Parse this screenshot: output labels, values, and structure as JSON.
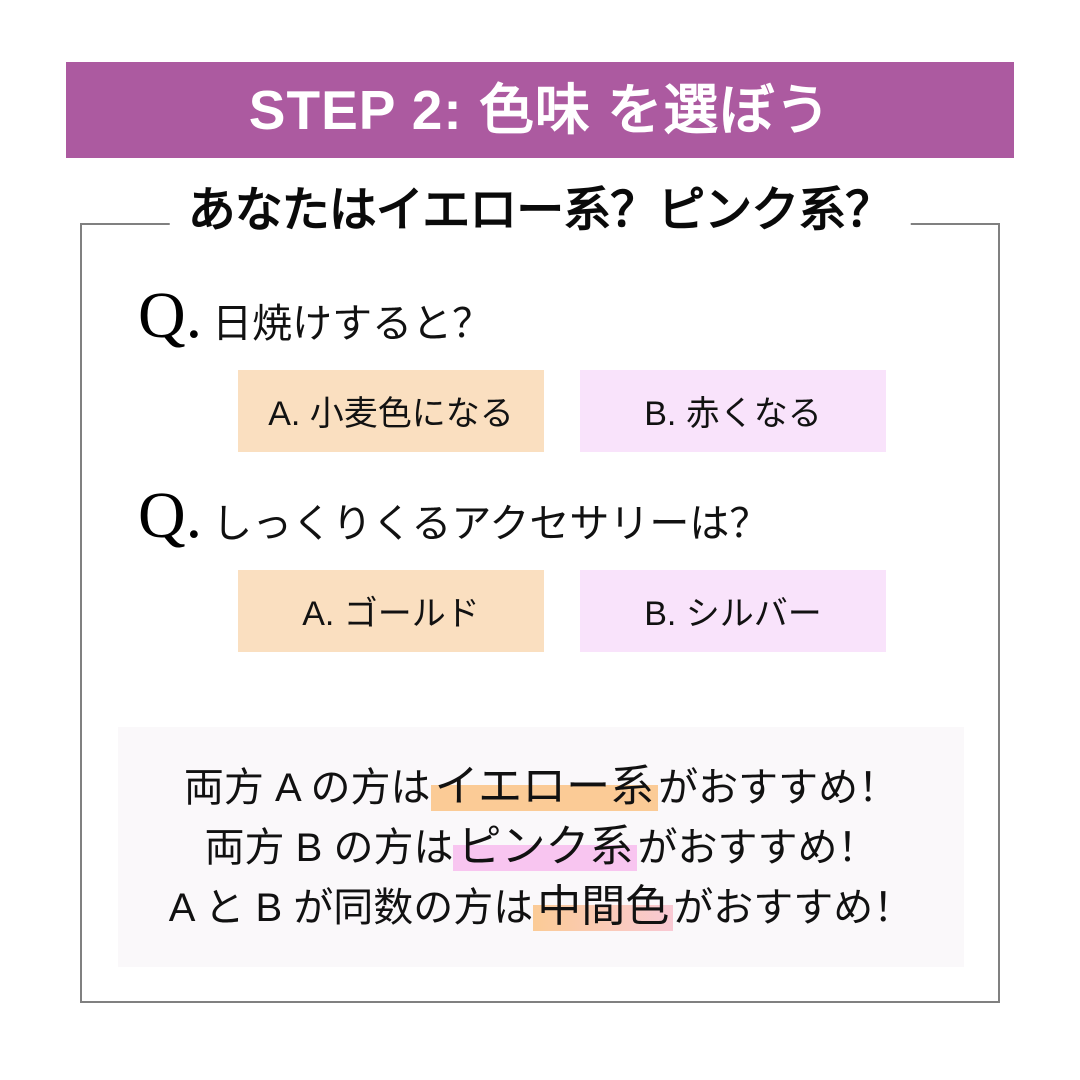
{
  "banner": {
    "title": "STEP 2:  色味 を選ぼう",
    "background_color": "#ac5aa0",
    "text_color": "#ffffff"
  },
  "panel": {
    "legend": "あなたはイエロー系？ピンク系？",
    "border_color": "#808080"
  },
  "questions": [
    {
      "marker": "Q.",
      "text": "日焼けすると？",
      "options": [
        {
          "label": "A. 小麦色になる",
          "background_color": "#fadfc0",
          "type": "yellow-base"
        },
        {
          "label": "B. 赤くなる",
          "background_color": "#f9e3fb",
          "type": "pink-base"
        }
      ]
    },
    {
      "marker": "Q.",
      "text": "しっくりくるアクセサリーは？",
      "options": [
        {
          "label": "A. ゴールド",
          "background_color": "#fadfc0",
          "type": "yellow-base"
        },
        {
          "label": "B. シルバー",
          "background_color": "#f9e3fb",
          "type": "pink-base"
        }
      ]
    }
  ],
  "conclusion": {
    "background_color": "#faf8fa",
    "lines": [
      {
        "prefix": "両方 A の方は ",
        "highlight": "イエロー系",
        "suffix": " がおすすめ！",
        "highlight_color": "#fbcb96"
      },
      {
        "prefix": "両方 B の方は ",
        "highlight": "ピンク系",
        "suffix": " がおすすめ！",
        "highlight_color": "#f8c5f0"
      },
      {
        "prefix": "A と B が同数の方は ",
        "highlight": "中間色",
        "suffix": " がおすすめ！",
        "highlight_color": "#fbcb96 → #f9c9d4"
      }
    ]
  }
}
